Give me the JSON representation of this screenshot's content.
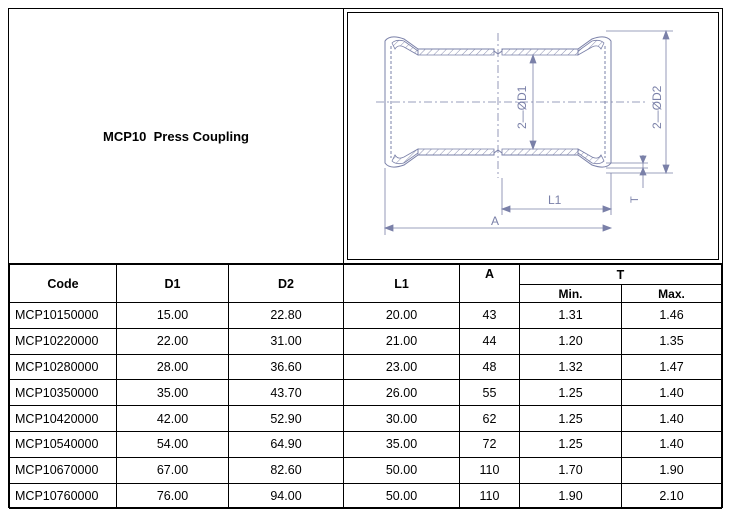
{
  "title": "MCP10  Press Coupling",
  "drawing": {
    "labels": {
      "d1": "2—ØD1",
      "d2": "2—ØD2",
      "l1": "L1",
      "a": "A",
      "t": "T"
    }
  },
  "table": {
    "headers": {
      "code": "Code",
      "d1": "D1",
      "d2": "D2",
      "l1": "L1",
      "a": "A",
      "t": "T",
      "t_min": "Min.",
      "t_max": "Max."
    },
    "rows": [
      {
        "code": "MCP10150000",
        "d1": "15.00",
        "d2": "22.80",
        "l1": "20.00",
        "a": "43",
        "t_min": "1.31",
        "t_max": "1.46"
      },
      {
        "code": "MCP10220000",
        "d1": "22.00",
        "d2": "31.00",
        "l1": "21.00",
        "a": "44",
        "t_min": "1.20",
        "t_max": "1.35"
      },
      {
        "code": "MCP10280000",
        "d1": "28.00",
        "d2": "36.60",
        "l1": "23.00",
        "a": "48",
        "t_min": "1.32",
        "t_max": "1.47"
      },
      {
        "code": "MCP10350000",
        "d1": "35.00",
        "d2": "43.70",
        "l1": "26.00",
        "a": "55",
        "t_min": "1.25",
        "t_max": "1.40"
      },
      {
        "code": "MCP10420000",
        "d1": "42.00",
        "d2": "52.90",
        "l1": "30.00",
        "a": "62",
        "t_min": "1.25",
        "t_max": "1.40"
      },
      {
        "code": "MCP10540000",
        "d1": "54.00",
        "d2": "64.90",
        "l1": "35.00",
        "a": "72",
        "t_min": "1.25",
        "t_max": "1.40"
      },
      {
        "code": "MCP10670000",
        "d1": "67.00",
        "d2": "82.60",
        "l1": "50.00",
        "a": "110",
        "t_min": "1.70",
        "t_max": "1.90"
      },
      {
        "code": "MCP10760000",
        "d1": "76.00",
        "d2": "94.00",
        "l1": "50.00",
        "a": "110",
        "t_min": "1.90",
        "t_max": "2.10"
      }
    ]
  }
}
